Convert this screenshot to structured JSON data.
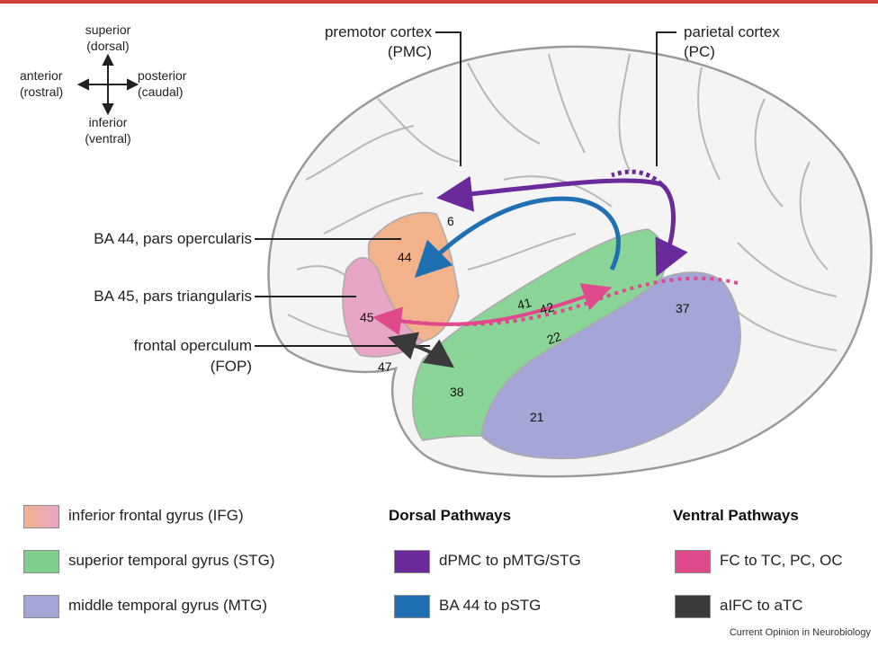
{
  "orientation": {
    "superior": "superior",
    "superior_alt": "(dorsal)",
    "anterior": "anterior",
    "anterior_alt": "(rostral)",
    "posterior": "posterior",
    "posterior_alt": "(caudal)",
    "inferior": "inferior",
    "inferior_alt": "(ventral)"
  },
  "labels": {
    "pmc": "premotor cortex",
    "pmc_abbr": "(PMC)",
    "pc": "parietal cortex",
    "pc_abbr": "(PC)",
    "ba44": "BA 44, pars opercularis",
    "ba45": "BA 45, pars triangularis",
    "fop": "frontal operculum",
    "fop_abbr": "(FOP)"
  },
  "areas": {
    "a6": "6",
    "a44": "44",
    "a45": "45",
    "a47": "47",
    "a38": "38",
    "a41": "41",
    "a42": "42",
    "a22": "22",
    "a21": "21",
    "a37": "37"
  },
  "legend": {
    "regions": [
      {
        "label": "inferior frontal gyrus (IFG)",
        "color": "#f2b28c"
      },
      {
        "label": "superior temporal gyrus (STG)",
        "color": "#7fd08e"
      },
      {
        "label": "middle temporal gyrus (MTG)",
        "color": "#a4a6d8"
      }
    ],
    "dorsal_header": "Dorsal Pathways",
    "dorsal": [
      {
        "label": "dPMC to pMTG/STG",
        "color": "#6a2a9a"
      },
      {
        "label": "BA 44 to pSTG",
        "color": "#1f6fb3"
      }
    ],
    "ventral_header": "Ventral Pathways",
    "ventral": [
      {
        "label": "FC to TC, PC, OC",
        "color": "#e0498c"
      },
      {
        "label": "aIFC to aTC",
        "color": "#3a3a3a"
      }
    ]
  },
  "credit": "Current Opinion in Neurobiology"
}
